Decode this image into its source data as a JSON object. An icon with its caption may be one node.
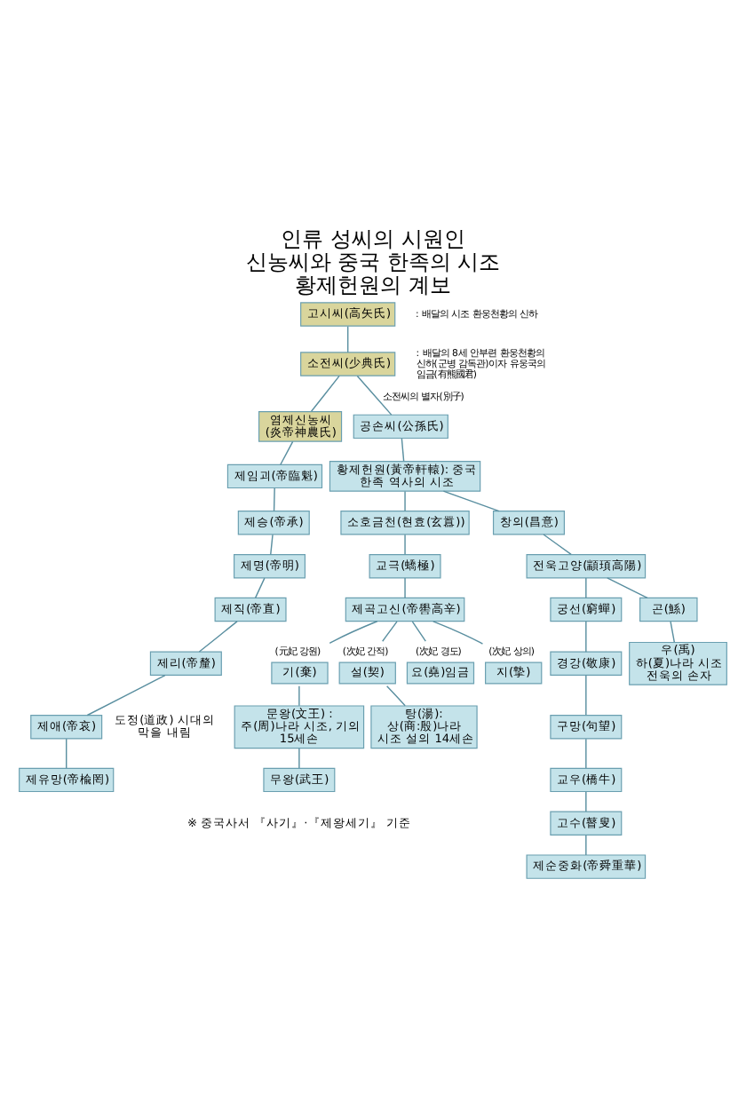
{
  "diagram": {
    "title": "인류 성씨의 시원인 신농씨와 중국 한족의 시조 황제헌원의 계보",
    "nodes": [
      {
        "text": [
          "고시씨(高矢氏)"
        ],
        "beside": [
          ": 배달의 시조 환웅천황의 신하"
        ]
      },
      {
        "text": [
          "소전씨(少典氏)"
        ],
        "beside": [
          ": 배달의 8세 안부련 환웅천황의 신하(군병 감독관)이자 유웅국의 임금(有熊國君)"
        ]
      },
      {
        "text": [
          "염제신농씨 (炎帝神農氏)"
        ]
      },
      {
        "text": [
          "제임괴(帝臨魁)"
        ]
      },
      {
        "text": [
          "제승(帝承)"
        ]
      },
      {
        "text": [
          "제명(帝明)"
        ]
      },
      {
        "text": [
          "제직(帝直)"
        ]
      },
      {
        "text": [
          "제리(帝釐)"
        ]
      },
      {
        "text": [
          "제애(帝哀)"
        ]
      },
      {
        "text": [
          "제유망(帝楡罔)"
        ]
      },
      {
        "text": [
          "공손씨(公孫氏)"
        ]
      },
      {
        "text": [
          "황제헌원(黃帝軒轅): 중국 한족 역사의 시조"
        ]
      },
      {
        "text": [
          "소호금천(현효(玄囂))"
        ]
      },
      {
        "text": [
          "교극(蟜極)"
        ]
      },
      {
        "text": [
          "제곡고신(帝嚳高辛)"
        ]
      },
      {
        "text": [
          "기(棄)"
        ],
        "beside": [
          "(元妃 강원)"
        ]
      },
      {
        "text": [
          "설(契)"
        ],
        "beside": [
          "(次妃 간적)"
        ]
      },
      {
        "text": [
          "요(堯)임금"
        ],
        "beside": [
          "(次妃 경도)"
        ]
      },
      {
        "text": [
          "지(摯)"
        ],
        "beside": [
          "(次妃 상의)"
        ]
      },
      {
        "text": [
          "탕(湯): 상(商:殷)나라 시조 설의 14세손"
        ]
      },
      {
        "text": [
          "창의(昌意)"
        ]
      },
      {
        "text": [
          "전욱고양(顓頊高陽)"
        ]
      },
      {
        "text": [
          "궁선(窮蟬)"
        ]
      },
      {
        "text": [
          "경강(敬康)"
        ]
      },
      {
        "text": [
          "구망(句望)"
        ]
      },
      {
        "text": [
          "교우(橋牛)"
        ]
      },
      {
        "text": [
          "고수(瞽叟)"
        ]
      },
      {
        "text": [
          "제순중화(帝舜重華)"
        ]
      },
      {
        "text": [
          "곤(鯀)"
        ]
      },
      {
        "text": [
          "우(禹) 하(夏)나라 시조 전욱의 손자"
        ]
      },
      {
        "text": [
          "문왕(文王) : 주(周)나라 시조, 기의 15세손"
        ]
      },
      {
        "text": [
          "무왕(武王)"
        ]
      }
    ],
    "edges": [
      {
        "from": 0,
        "to": 1,
        "arrow": "none"
      },
      {
        "from": 1,
        "to": 2,
        "arrow": "none"
      },
      {
        "from": 2,
        "to": 3,
        "arrow": "none"
      },
      {
        "from": 3,
        "to": 4,
        "arrow": "none"
      },
      {
        "from": 4,
        "to": 5,
        "arrow": "none"
      },
      {
        "from": 5,
        "to": 6,
        "arrow": "none"
      },
      {
        "from": 6,
        "to": 7,
        "arrow": "none"
      },
      {
        "from": 7,
        "to": 8,
        "arrow": "none"
      },
      {
        "from": 8,
        "to": 9,
        "arrow": "none"
      },
      {
        "from": 1,
        "to": 10,
        "arrow": "none",
        "label": "소전씨의 별자(別子)"
      },
      {
        "from": 10,
        "to": 11,
        "arrow": "none"
      },
      {
        "from": 11,
        "to": 12,
        "arrow": "none"
      },
      {
        "from": 11,
        "to": 20,
        "arrow": "none"
      },
      {
        "from": 12,
        "to": 13,
        "arrow": "none"
      },
      {
        "from": 13,
        "to": 14,
        "arrow": "none"
      },
      {
        "from": 14,
        "to": 15,
        "arrow": "none"
      },
      {
        "from": 14,
        "to": 16,
        "arrow": "none"
      },
      {
        "from": 14,
        "to": 17,
        "arrow": "none"
      },
      {
        "from": 14,
        "to": 18,
        "arrow": "none"
      },
      {
        "from": 16,
        "to": 19,
        "arrow": "none"
      },
      {
        "from": 15,
        "to": 30,
        "arrow": "none"
      },
      {
        "from": 30,
        "to": 31,
        "arrow": "none"
      },
      {
        "from": 20,
        "to": 21,
        "arrow": "none"
      },
      {
        "from": 21,
        "to": 22,
        "arrow": "none"
      },
      {
        "from": 21,
        "to": 28,
        "arrow": "none"
      },
      {
        "from": 22,
        "to": 23,
        "arrow": "none"
      },
      {
        "from": 23,
        "to": 24,
        "arrow": "none"
      },
      {
        "from": 24,
        "to": 25,
        "arrow": "none"
      },
      {
        "from": 25,
        "to": 26,
        "arrow": "none"
      },
      {
        "from": 26,
        "to": 27,
        "arrow": "none"
      },
      {
        "from": 28,
        "to": 29,
        "arrow": "none"
      }
    ],
    "labels": [
      "도정(道政) 시대의 막을 내림",
      "※ 중국사서 『사기』·『제왕세기』 기준"
    ]
  }
}
